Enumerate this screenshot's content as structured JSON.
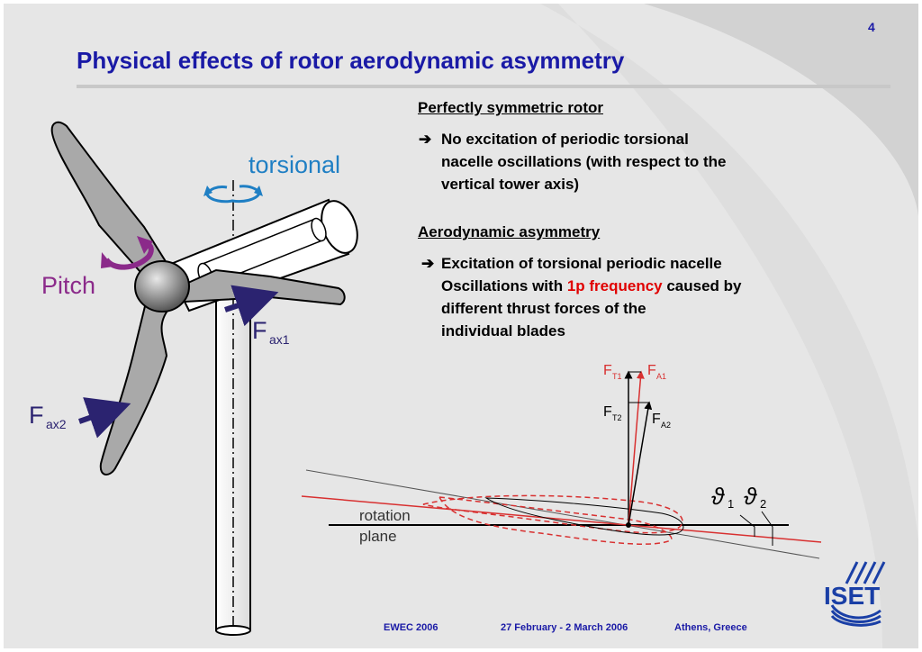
{
  "slide_number": "4",
  "title": "Physical effects of rotor aerodynamic asymmetry",
  "section1": {
    "heading": "Perfectly symmetric rotor",
    "bullet_line1": "No excitation of periodic torsional",
    "bullet_line2": "nacelle oscillations (with respect to the",
    "bullet_line3": "vertical tower axis)"
  },
  "section2": {
    "heading": "Aerodynamic asymmetry",
    "bullet_line1": "Excitation of torsional periodic nacelle",
    "bullet_line2_pre": "Oscillations with ",
    "bullet_line2_highlight": "1p frequency",
    "bullet_line2_post": " caused by",
    "bullet_line3": "different thrust forces of the",
    "bullet_line4": "individual blades"
  },
  "arrow_glyph": "➔",
  "turbine_labels": {
    "torsional": "torsional",
    "pitch": "Pitch",
    "fax1_main": "F",
    "fax1_sub": "ax1",
    "fax2_main": "F",
    "fax2_sub": "ax2"
  },
  "force_labels": {
    "ft1_main": "F",
    "ft1_sub": "T1",
    "fa1_main": "F",
    "fa1_sub": "A1",
    "ft2_main": "F",
    "ft2_sub": "T2",
    "fa2_main": "F",
    "fa2_sub": "A2"
  },
  "angle_labels": {
    "theta1_main": "ϑ",
    "theta1_sub": "1",
    "theta2_main": "ϑ",
    "theta2_sub": "2"
  },
  "rotation_plane": {
    "line1": "rotation",
    "line2": "plane"
  },
  "logo_text": "ISET",
  "footer": {
    "event": "EWEC 2006",
    "dates": "27 February - 2 March 2006",
    "location": "Athens, Greece"
  },
  "colors": {
    "title_blue": "#1a1aa6",
    "torsional_blue": "#1f7fc4",
    "pitch_purple": "#8b2a8a",
    "force_arrow": "#2b2370",
    "highlight_red": "#e00000",
    "profile_red": "#d83030",
    "background_grey": "#e6e6e6"
  }
}
